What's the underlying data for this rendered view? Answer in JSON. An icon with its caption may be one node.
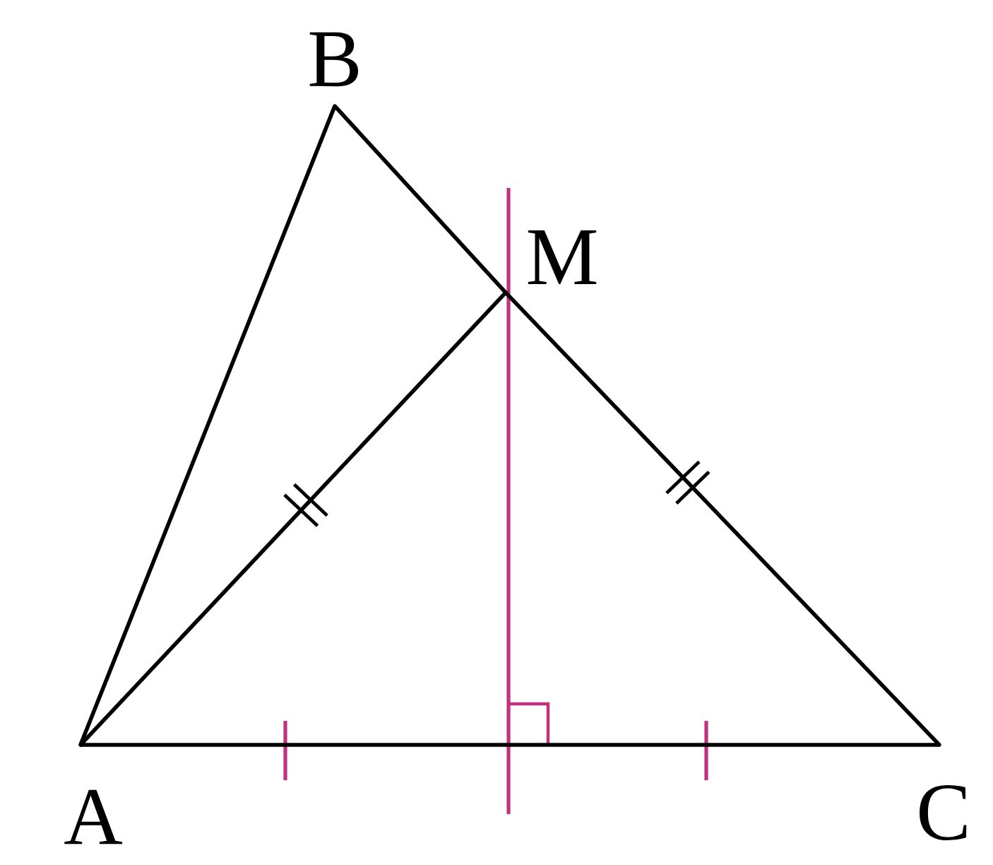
{
  "diagram": {
    "nodes": [
      {
        "text": [
          "A"
        ]
      },
      {
        "text": [
          "B"
        ]
      },
      {
        "text": [
          "C"
        ]
      },
      {
        "text": [
          "M"
        ]
      }
    ],
    "edges": [
      {
        "from": 0,
        "to": 1,
        "arrow": "none"
      },
      {
        "from": 1,
        "to": 3,
        "arrow": "none"
      },
      {
        "from": 3,
        "to": 2,
        "arrow": "none"
      },
      {
        "from": 0,
        "to": 3,
        "arrow": "none"
      },
      {
        "from": 0,
        "to": 2,
        "arrow": "none"
      }
    ]
  }
}
